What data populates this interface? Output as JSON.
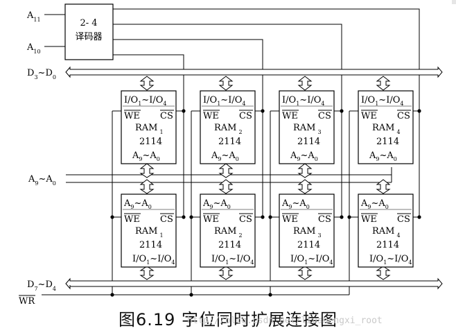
{
  "decoder": {
    "line1": "2- 4",
    "line2": "译码器"
  },
  "labels": {
    "a11": {
      "main": "A",
      "sub": "11"
    },
    "a10": {
      "main": "A",
      "sub": "10"
    },
    "d3d0": {
      "a": "D",
      "a_sub": "3",
      "tilde": "~",
      "b": "D",
      "b_sub": "0"
    },
    "a9a0": {
      "a": "A",
      "a_sub": "9",
      "tilde": "~",
      "b": "A",
      "b_sub": "0"
    },
    "d7d4": {
      "a": "D",
      "a_sub": "7",
      "tilde": "~",
      "b": "D",
      "b_sub": "4"
    },
    "wr": "WR"
  },
  "chips": {
    "top_row": [
      {
        "name": "RAM",
        "index": "1",
        "part": "2114"
      },
      {
        "name": "RAM",
        "index": "2",
        "part": "2114"
      },
      {
        "name": "RAM",
        "index": "3",
        "part": "2114"
      },
      {
        "name": "RAM",
        "index": "4",
        "part": "2114"
      }
    ],
    "bottom_row": [
      {
        "name": "RAM",
        "index": "1",
        "part": "2114"
      },
      {
        "name": "RAM",
        "index": "2",
        "part": "2114"
      },
      {
        "name": "RAM",
        "index": "3",
        "part": "2114"
      },
      {
        "name": "RAM",
        "index": "4",
        "part": "2114"
      }
    ],
    "io": {
      "a": "I/O",
      "a_sub": "1",
      "tilde": "~",
      "b": "I/O",
      "b_sub": "4"
    },
    "addr": {
      "a": "A",
      "a_sub": "9",
      "tilde": "~",
      "b": "A",
      "b_sub": "0"
    },
    "we": "WE",
    "cs": "CS"
  },
  "caption": "图6.19  字位同时扩展连接图",
  "watermark": "http://blog.csdn.net/liushengxi_root"
}
